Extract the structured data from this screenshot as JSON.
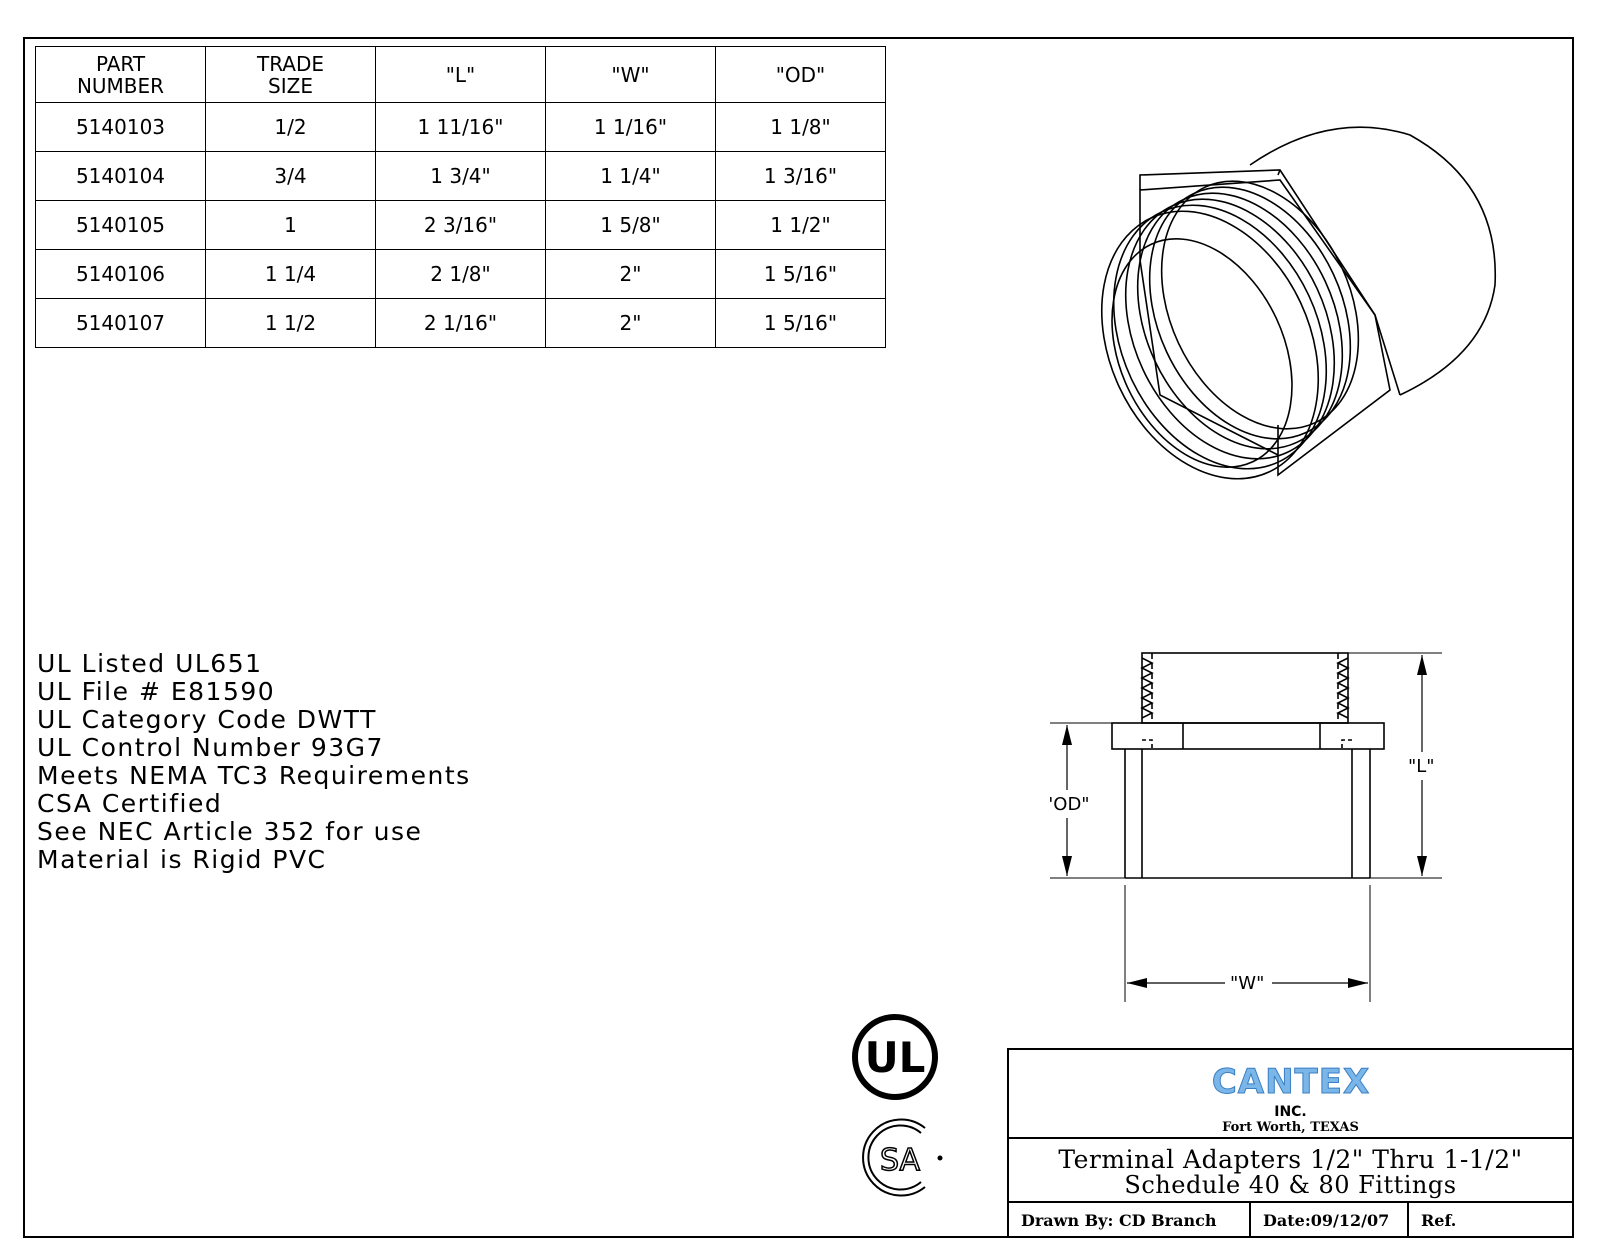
{
  "part_table": {
    "headers": [
      [
        "PART",
        "NUMBER"
      ],
      [
        "TRADE",
        "SIZE"
      ],
      [
        "\"L\""
      ],
      [
        "\"W\""
      ],
      [
        "\"OD\""
      ]
    ],
    "rows": [
      [
        "5140103",
        "1/2",
        "1 11/16\"",
        "1 1/16\"",
        "1 1/8\""
      ],
      [
        "5140104",
        "3/4",
        "1 3/4\"",
        "1 1/4\"",
        "1 3/16\""
      ],
      [
        "5140105",
        "1",
        "2 3/16\"",
        "1 5/8\"",
        "1 1/2\""
      ],
      [
        "5140106",
        "1 1/4",
        "2 1/8\"",
        "2\"",
        "1 5/16\""
      ],
      [
        "5140107",
        "1 1/2",
        "2 1/16\"",
        "2\"",
        "1 5/16\""
      ]
    ]
  },
  "notes": [
    "UL Listed UL651",
    "UL File # E81590",
    "UL Category Code DWTT",
    "UL Control Number 93G7",
    "Meets NEMA TC3 Requirements",
    "CSA Certified",
    "See NEC Article 352 for use",
    "Material is Rigid PVC"
  ],
  "section_view": {
    "dim_od": "\"OD\"",
    "dim_l": "\"L\"",
    "dim_w": "\"W\""
  },
  "marks": {
    "ul": "UL",
    "csa": "SA"
  },
  "title_block": {
    "company": "CANTEX",
    "company_suffix": "INC.",
    "location": "Fort Worth, TEXAS",
    "title_line1": "Terminal Adapters 1/2\" Thru 1-1/2\"",
    "title_line2": "Schedule 40 & 80 Fittings",
    "drawn_by": "Drawn By: CD Branch",
    "date": "Date:09/12/07",
    "ref": "Ref."
  },
  "colors": {
    "line": "#000000",
    "logo_blue": "#7ab6e8",
    "logo_outline": "#3a7fc4"
  }
}
